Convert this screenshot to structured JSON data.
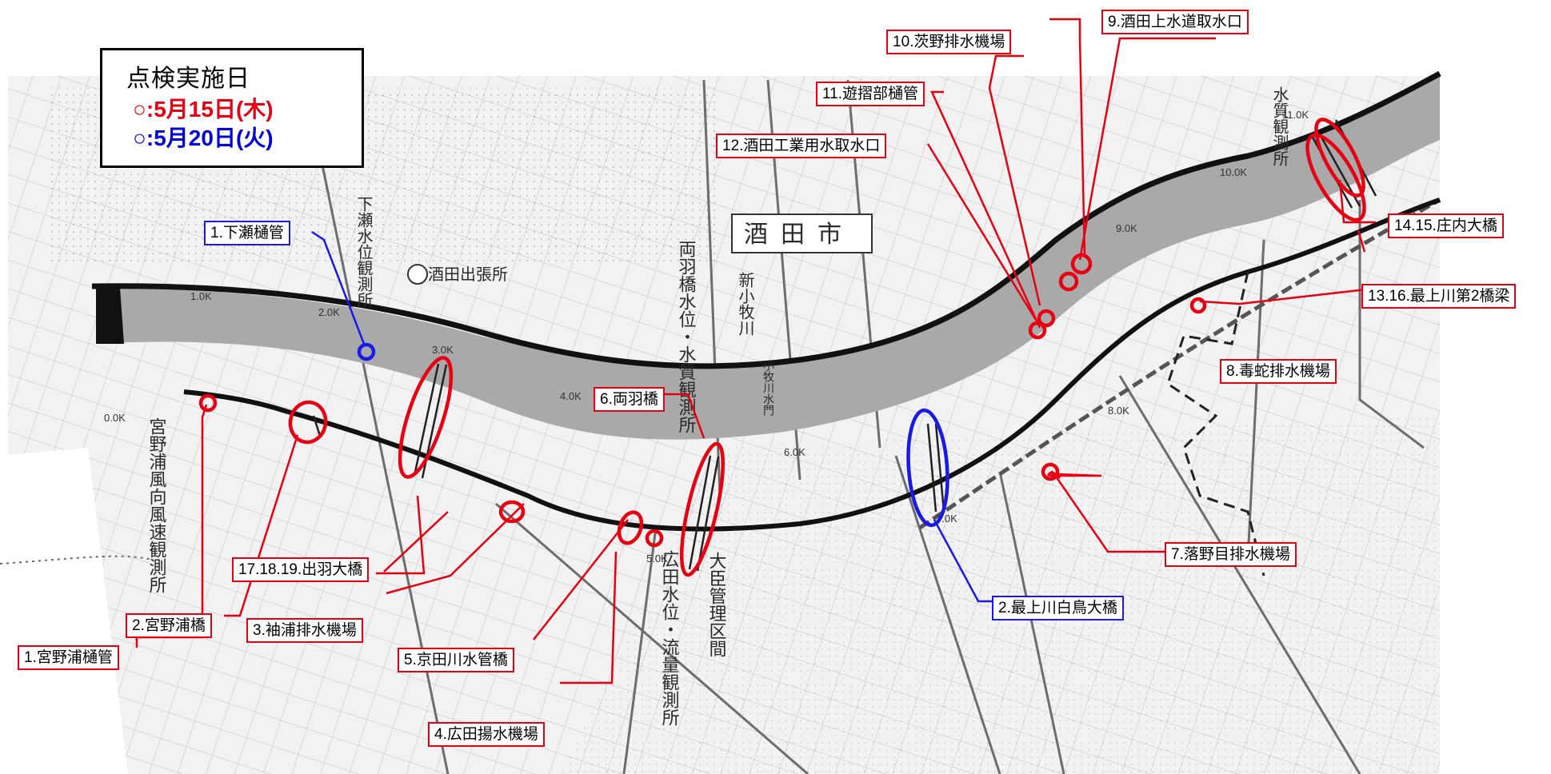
{
  "legend": {
    "title": "点検実施日",
    "red_entry": "○:5月15日(木)",
    "blue_entry": "○:5月20日(火)",
    "red_color": "#e60012",
    "blue_color": "#1a1ae6"
  },
  "map": {
    "city_name": "酒田市",
    "office": "酒田出張所",
    "station_shimose": "下瀬水位観測所",
    "station_ryou": "両羽橋水位・水質観測所",
    "station_hirota": "広田水位・流量観測所",
    "station_miyanoura": "宮野浦風向風速観測所",
    "station_suishitsu": "水質観測所",
    "district": "大臣管理区間",
    "river_komaki": "新小牧川",
    "river_label_shinkomaki_gate": "小牧川水門",
    "km_markers": [
      "0.0K",
      "1.0K",
      "2.0K",
      "3.0K",
      "4.0K",
      "5.0K",
      "6.0K",
      "7.0K",
      "8.0K",
      "9.0K",
      "10.0K",
      "11.0K"
    ]
  },
  "labels": [
    {
      "id": "shimose-higan",
      "text": "1.下瀬樋管",
      "color": "blue"
    },
    {
      "id": "miyanoura-higan",
      "text": "1.宮野浦樋管",
      "color": "red"
    },
    {
      "id": "miyanoura-bridge",
      "text": "2.宮野浦橋",
      "color": "red"
    },
    {
      "id": "shiroe-bridge",
      "text": "2.最上川白鳥大橋",
      "color": "blue"
    },
    {
      "id": "sodeura-pump",
      "text": "3.袖浦排水機場",
      "color": "red"
    },
    {
      "id": "hirota-pump",
      "text": "4.広田揚水機場",
      "color": "red"
    },
    {
      "id": "kyoda-bridge",
      "text": "5.京田川水管橋",
      "color": "red"
    },
    {
      "id": "ryou-bridge",
      "text": "6.両羽橋",
      "color": "red"
    },
    {
      "id": "ochinome-pump",
      "text": "7.落野目排水機場",
      "color": "red"
    },
    {
      "id": "dokuja-pump",
      "text": "8.毒蛇排水機場",
      "color": "red"
    },
    {
      "id": "sakata-water-intake",
      "text": "9.酒田上水道取水口",
      "color": "red"
    },
    {
      "id": "ibarano-pump",
      "text": "10.茨野排水機場",
      "color": "red"
    },
    {
      "id": "yusoubu-higan",
      "text": "11.遊摺部樋管",
      "color": "red"
    },
    {
      "id": "sakata-industrial-intake",
      "text": "12.酒田工業用水取水口",
      "color": "red"
    },
    {
      "id": "mogami-2nd-bridge",
      "text": "13.16.最上川第2橋梁",
      "color": "red"
    },
    {
      "id": "shonai-bridge",
      "text": "14.15.庄内大橋",
      "color": "red"
    },
    {
      "id": "dewa-bridge",
      "text": "17.18.19.出羽大橋",
      "color": "red"
    }
  ]
}
